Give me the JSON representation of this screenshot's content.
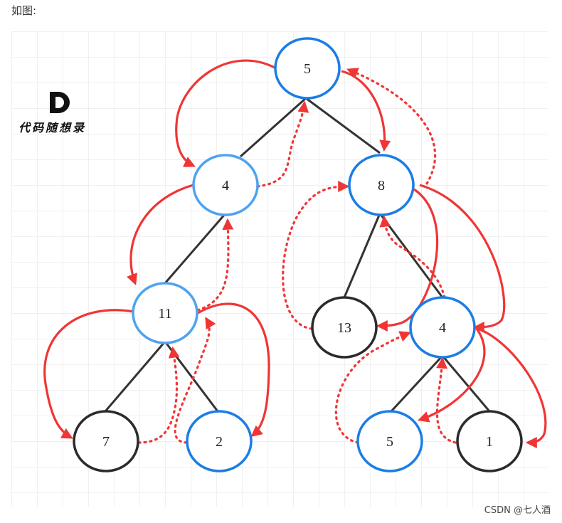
{
  "caption": "如图:",
  "logo": {
    "mark": "D",
    "text": "代码随想录"
  },
  "watermark": "CSDN @七人酒",
  "colors": {
    "blue_node": "#1b7de6",
    "light_blue_node": "#4ea3f0",
    "black_node": "#2b2b2b",
    "edge": "#333333",
    "arrow": "#f03535",
    "grid": "#e6e6e6"
  },
  "tree": {
    "nodes": [
      {
        "id": "root",
        "label": "5"
      },
      {
        "id": "l",
        "label": "4"
      },
      {
        "id": "r",
        "label": "8"
      },
      {
        "id": "ll",
        "label": "11"
      },
      {
        "id": "rl",
        "label": "13"
      },
      {
        "id": "rr",
        "label": "4"
      },
      {
        "id": "lll",
        "label": "7"
      },
      {
        "id": "llr",
        "label": "2"
      },
      {
        "id": "rrl",
        "label": "5"
      },
      {
        "id": "rrr",
        "label": "1"
      }
    ]
  }
}
